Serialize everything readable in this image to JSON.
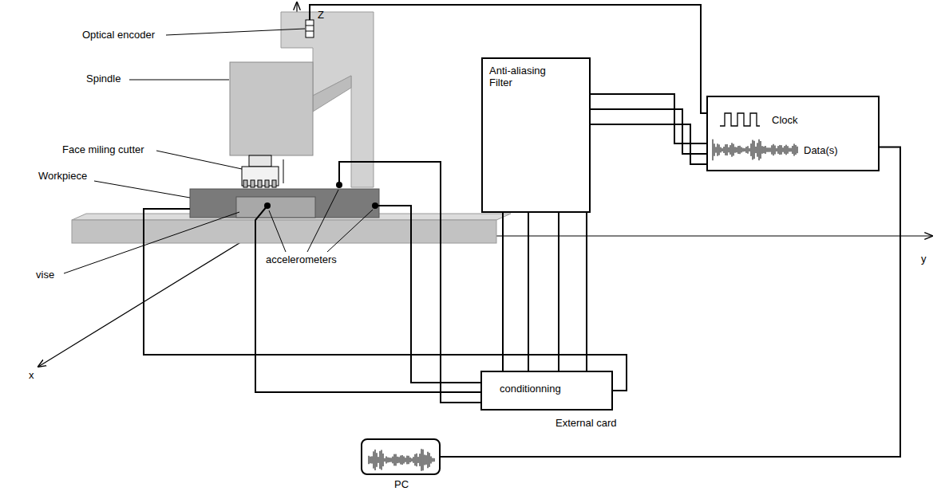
{
  "diagram": {
    "nodes": [
      {
        "text": [
          "Anti-aliasing Filter"
        ]
      },
      {
        "text": [
          "conditionning",
          "External card"
        ]
      },
      {
        "text": [
          "Clock",
          "Data(s)"
        ]
      },
      {
        "text": [
          "PC"
        ]
      }
    ],
    "edges": [
      {
        "from": 1,
        "to": 0,
        "arrow": "none"
      },
      {
        "from": 1,
        "to": 0,
        "arrow": "none"
      },
      {
        "from": 1,
        "to": 0,
        "arrow": "none"
      },
      {
        "from": 1,
        "to": 0,
        "arrow": "none"
      },
      {
        "from": 0,
        "to": 2,
        "arrow": "none"
      },
      {
        "from": 0,
        "to": 2,
        "arrow": "none"
      },
      {
        "from": 0,
        "to": 2,
        "arrow": "none"
      },
      {
        "from": 2,
        "to": 3,
        "arrow": "none"
      }
    ],
    "labels": [
      "Z",
      "Optical encoder",
      "Spindle",
      "Face miling cutter",
      "Workpiece",
      "vise",
      "accelerometers",
      "x",
      "y"
    ]
  }
}
